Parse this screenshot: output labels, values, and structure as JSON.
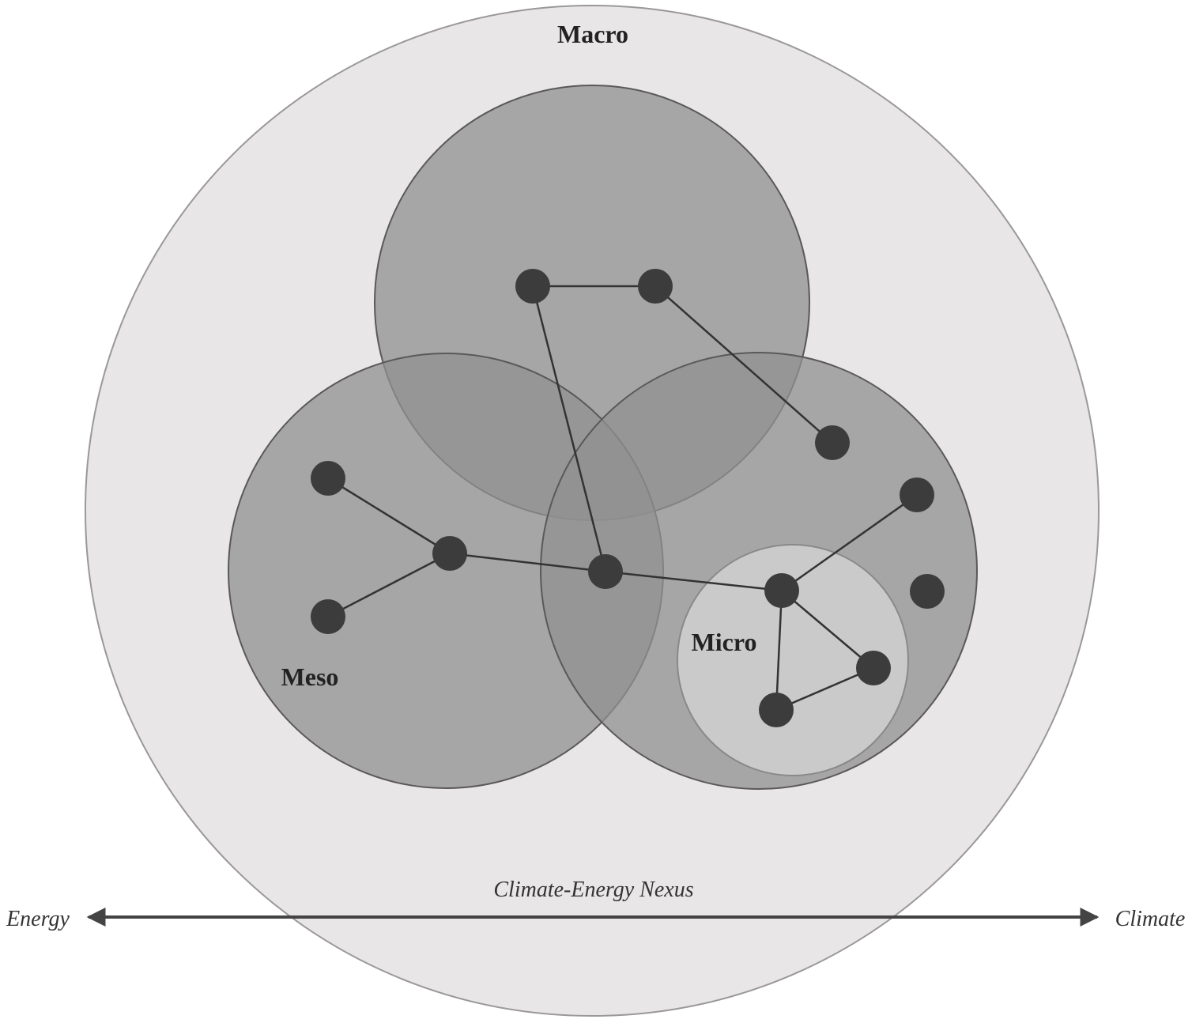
{
  "labels": {
    "macro": "Macro",
    "meso": "Meso",
    "micro": "Micro",
    "nexus": "Climate-Energy Nexus",
    "left_end": "Energy",
    "right_end": "Climate"
  },
  "colors": {
    "outer_fill": "#e8e6e7",
    "scope_fill": "#919091",
    "micro_fill": "#cbcaca",
    "node": "#3d3c3d",
    "edge": "#333333",
    "arrow": "#444444"
  }
}
